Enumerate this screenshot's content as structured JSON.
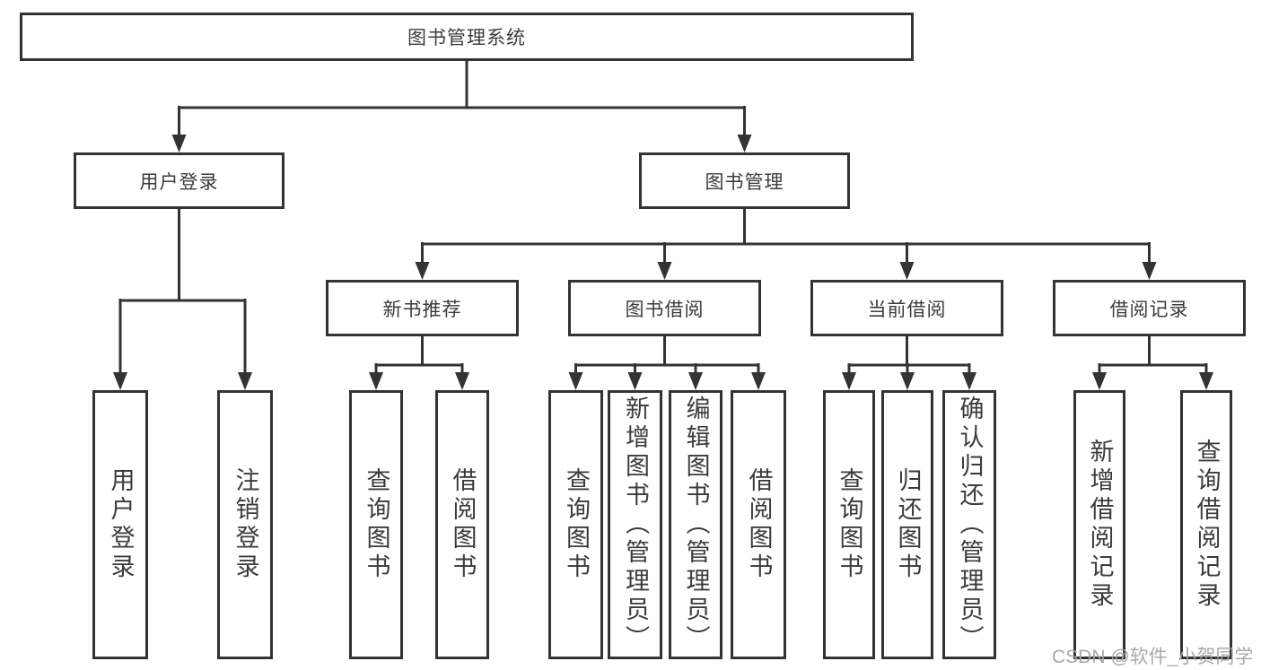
{
  "title": "图书管理系统",
  "user_login": {
    "label": "用户登录",
    "children": [
      "用户登录",
      "注销登录"
    ]
  },
  "book_mgmt": {
    "label": "图书管理",
    "sections": [
      {
        "label": "新书推荐",
        "children": [
          "查询图书",
          "借阅图书"
        ]
      },
      {
        "label": "图书借阅",
        "children": [
          "查询图书",
          "新增图书（管理员）",
          "编辑图书（管理员）",
          "借阅图书"
        ]
      },
      {
        "label": "当前借阅",
        "children": [
          "查询图书",
          "归还图书",
          "确认归还（管理员）"
        ]
      },
      {
        "label": "借阅记录",
        "children": [
          "新增借阅记录",
          "查询借阅记录"
        ]
      }
    ]
  },
  "watermark": "CSDN @软件_小贺同学",
  "colors": {
    "line": "#333333",
    "text": "#3b3b3b",
    "watermark": "#a4a4a4",
    "background": "#ffffff"
  }
}
